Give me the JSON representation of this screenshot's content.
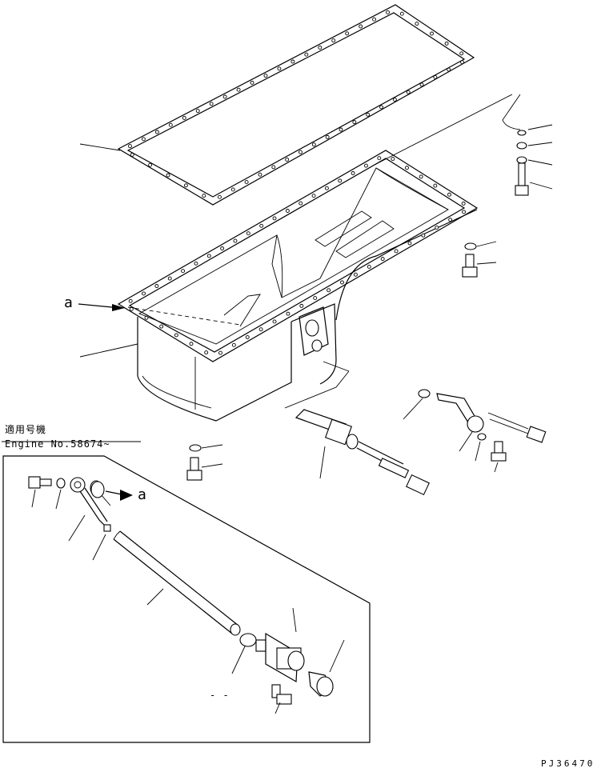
{
  "applicability": {
    "heading": "適用号機",
    "engine_no": "Engine No.58674~"
  },
  "callouts": {
    "ref_a_left": "a",
    "ref_a_right": "a",
    "dash_mark": "- -"
  },
  "drawing_code": "PJ36470",
  "colors": {
    "ink": "#000000",
    "paper": "#ffffff"
  }
}
